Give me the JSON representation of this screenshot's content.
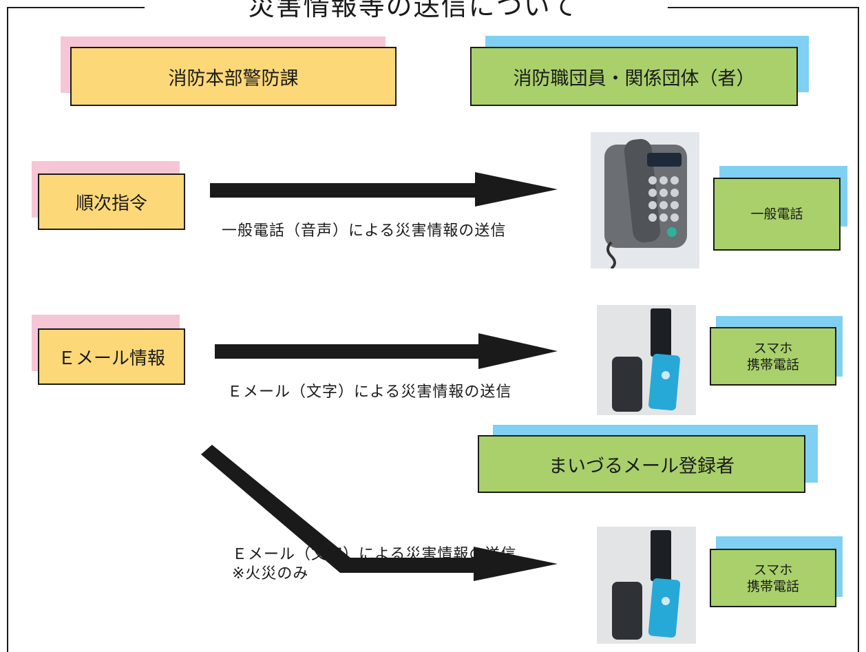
{
  "title": "災害情報等の送信について",
  "left_header": "消防本部警防課",
  "right_header": "消防職団員・関係団体（者）",
  "sources": {
    "order": "順次指令",
    "email": "Ｅメール情報"
  },
  "captions": {
    "phone": "一般電話（音声）による災害情報の送信",
    "email": "Ｅメール（文字）による災害情報の送信",
    "maizuru_line1": "Ｅメール（文字）による災害情報の送信",
    "maizuru_line2": "※火災のみ"
  },
  "targets": {
    "phone": "一般電話",
    "mobile1_line1": "スマホ",
    "mobile1_line2": "携帯電話",
    "maizuru": "まいづるメール登録者",
    "mobile2_line1": "スマホ",
    "mobile2_line2": "携帯電話"
  },
  "photos": {
    "phone": "telephone-photo",
    "mobile1": "mobile-phones-photo",
    "mobile2": "mobile-phones-photo"
  }
}
